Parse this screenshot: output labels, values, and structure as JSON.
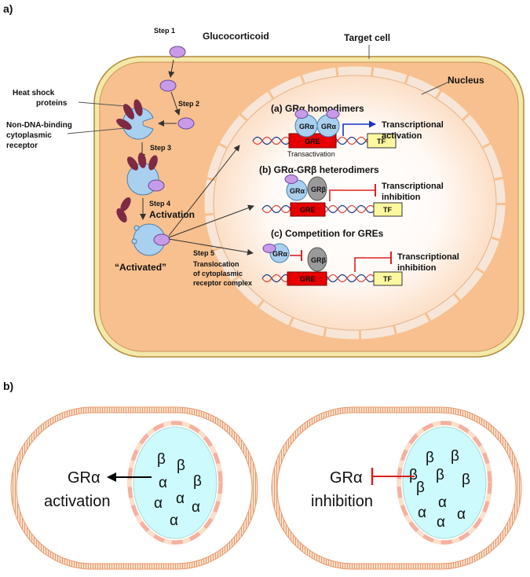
{
  "panel_a": {
    "label": "a)",
    "steps": {
      "step1": "Step 1",
      "step2": "Step 2",
      "step3": "Step 3",
      "step4": "Step 4",
      "step5": "Step 5"
    },
    "glucocorticoid": "Glucocorticoid",
    "target_cell": "Target cell",
    "nucleus": "Nucleus",
    "heat_shock": [
      "Heat shock",
      "proteins"
    ],
    "receptor": [
      "Non-DNA-binding",
      "cytoplasmic",
      "receptor"
    ],
    "activation": "Activation",
    "activated": "“Activated”",
    "translocation": [
      "Translocation",
      "of cytoplasmic",
      "receptor complex"
    ],
    "mechanism_a": {
      "title": "(a) GRα homodimers",
      "gr1": "GRα",
      "gr2": "GRα",
      "gre": "GRE",
      "tf": "TF",
      "transactivation": "Transactivation",
      "outcome": [
        "Transcriptional",
        "activation"
      ]
    },
    "mechanism_b": {
      "title": "(b) GRα-GRβ heterodimers",
      "gr1": "GRα",
      "gr2": "GRβ",
      "gre": "GRE",
      "tf": "TF",
      "outcome": [
        "Transcriptional",
        "inhibition"
      ]
    },
    "mechanism_c": {
      "title": "(c) Competition for GREs",
      "gr1": "GRα",
      "gr2": "GRβ",
      "gre": "GRE",
      "tf": "TF",
      "outcome": [
        "Transcriptional",
        "inhibition"
      ]
    }
  },
  "panel_b": {
    "label": "b)",
    "left": {
      "text": [
        "GRα",
        "activation"
      ],
      "symbols": [
        "β",
        "β",
        "α",
        "β",
        "α",
        "α",
        "α",
        "α"
      ]
    },
    "right": {
      "text": [
        "GRα",
        "inhibition"
      ],
      "symbols": [
        "β",
        "β",
        "β",
        "β",
        "β",
        "β",
        "α",
        "α",
        "α",
        "α"
      ]
    }
  },
  "colors": {
    "cytoplasm": "#f7c08e",
    "membrane": "#f3e8a8",
    "receptor": "#a9d0ef",
    "ligand": "#c79be8",
    "hsp": "#7d2a45",
    "gre": "#e60000",
    "tf": "#fdf8a0",
    "gr_beta": "#9a9a9a",
    "nucleus_b": "#cdfafc",
    "cell_b": "#f9caa7"
  }
}
